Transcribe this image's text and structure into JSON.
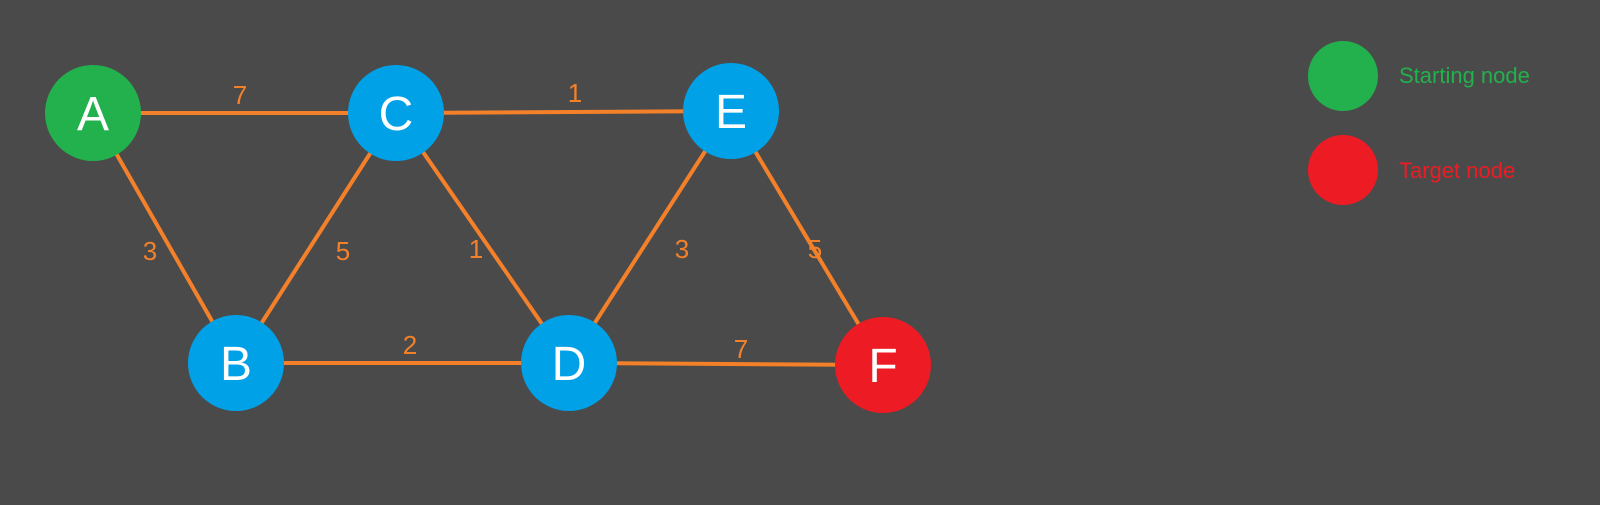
{
  "colors": {
    "background": "#4a4a4a",
    "edge": "#f4812a",
    "edge_label": "#f4812a",
    "node_default": "#00a1e6",
    "node_start": "#22b14c",
    "node_target": "#ed1c24",
    "node_text": "#ffffff"
  },
  "graph": {
    "nodes": [
      {
        "id": "A",
        "label": "A",
        "role": "start"
      },
      {
        "id": "B",
        "label": "B",
        "role": "default"
      },
      {
        "id": "C",
        "label": "C",
        "role": "default"
      },
      {
        "id": "D",
        "label": "D",
        "role": "default"
      },
      {
        "id": "E",
        "label": "E",
        "role": "default"
      },
      {
        "id": "F",
        "label": "F",
        "role": "target"
      }
    ],
    "edges": [
      {
        "from": "A",
        "to": "C",
        "weight": "7"
      },
      {
        "from": "A",
        "to": "B",
        "weight": "3"
      },
      {
        "from": "B",
        "to": "C",
        "weight": "5"
      },
      {
        "from": "B",
        "to": "D",
        "weight": "2"
      },
      {
        "from": "C",
        "to": "E",
        "weight": "1"
      },
      {
        "from": "C",
        "to": "D",
        "weight": "1"
      },
      {
        "from": "D",
        "to": "E",
        "weight": "3"
      },
      {
        "from": "D",
        "to": "F",
        "weight": "7"
      },
      {
        "from": "E",
        "to": "F",
        "weight": "5"
      }
    ]
  },
  "legend": {
    "items": [
      {
        "id": "start",
        "label": "Starting node",
        "color": "#22b14c"
      },
      {
        "id": "target",
        "label": "Target node",
        "color": "#ed1c24"
      }
    ]
  }
}
